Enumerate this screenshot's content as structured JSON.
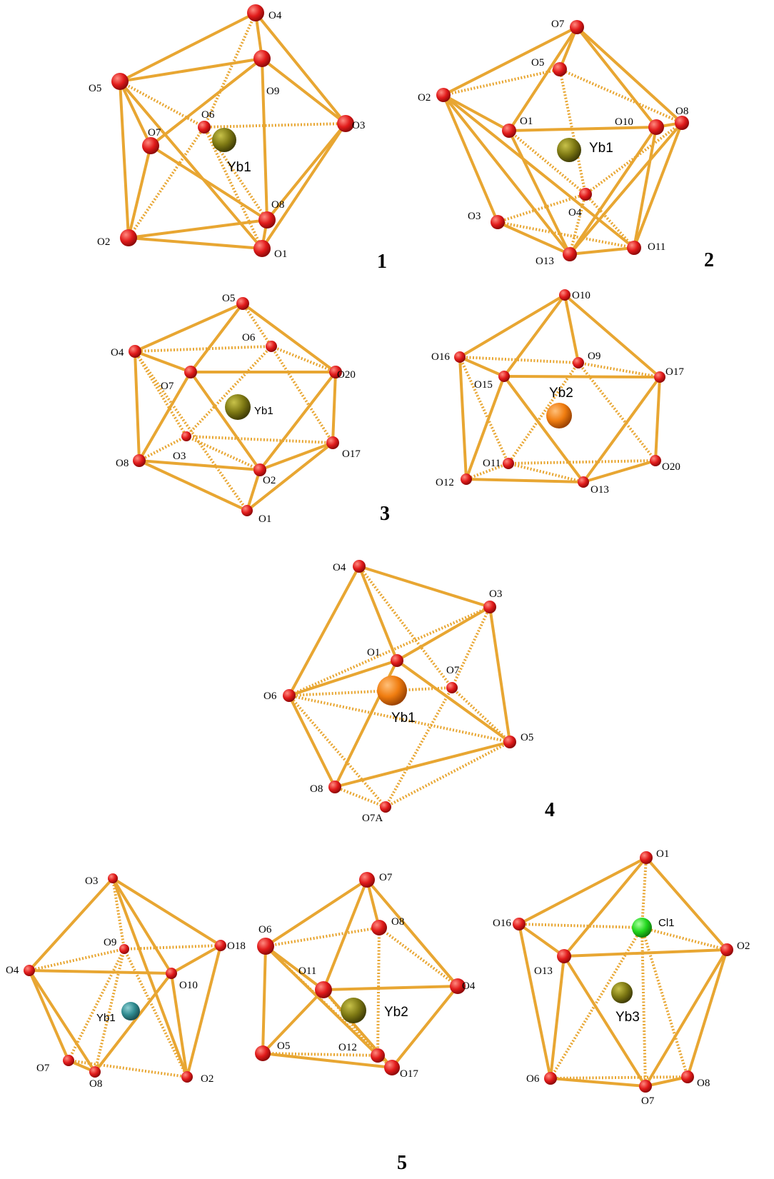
{
  "colors": {
    "bond": "#e8a632",
    "oxygen": "#e11b1b",
    "metal_olive": "#7f7a14",
    "metal_orange": "#f07d10",
    "metal_teal": "#2f8b90",
    "chlorine": "#22d81e"
  },
  "panels": [
    {
      "id": "1",
      "label": "1",
      "atoms": [
        {
          "key": "O4",
          "text": "O4"
        },
        {
          "key": "O9",
          "text": "O9"
        },
        {
          "key": "O5",
          "text": "O5"
        },
        {
          "key": "O6",
          "text": "O6"
        },
        {
          "key": "O7",
          "text": "O7"
        },
        {
          "key": "O3",
          "text": "O3"
        },
        {
          "key": "O8",
          "text": "O8"
        },
        {
          "key": "O2",
          "text": "O2"
        },
        {
          "key": "O1",
          "text": "O1"
        },
        {
          "key": "Yb1",
          "text": "Yb1",
          "metal": "olive"
        }
      ]
    },
    {
      "id": "2",
      "label": "2",
      "atoms": [
        {
          "key": "O7",
          "text": "O7"
        },
        {
          "key": "O5",
          "text": "O5"
        },
        {
          "key": "O2",
          "text": "O2"
        },
        {
          "key": "O1",
          "text": "O1"
        },
        {
          "key": "O10",
          "text": "O10"
        },
        {
          "key": "O8",
          "text": "O8"
        },
        {
          "key": "O4",
          "text": "O4"
        },
        {
          "key": "O3",
          "text": "O3"
        },
        {
          "key": "O13",
          "text": "O13"
        },
        {
          "key": "O11",
          "text": "O11"
        },
        {
          "key": "Yb1",
          "text": "Yb1",
          "metal": "olive"
        }
      ]
    },
    {
      "id": "3a",
      "label": "3",
      "atoms": [
        {
          "key": "O5",
          "text": "O5"
        },
        {
          "key": "O6",
          "text": "O6"
        },
        {
          "key": "O4",
          "text": "O4"
        },
        {
          "key": "O7",
          "text": "O7"
        },
        {
          "key": "O20",
          "text": "O20"
        },
        {
          "key": "O3",
          "text": "O3"
        },
        {
          "key": "O17",
          "text": "O17"
        },
        {
          "key": "O8",
          "text": "O8"
        },
        {
          "key": "O2",
          "text": "O2"
        },
        {
          "key": "O1",
          "text": "O1"
        },
        {
          "key": "Yb1",
          "text": "Yb1",
          "metal": "olive"
        }
      ]
    },
    {
      "id": "3b",
      "label": "",
      "atoms": [
        {
          "key": "O10",
          "text": "O10"
        },
        {
          "key": "O9",
          "text": "O9"
        },
        {
          "key": "O16",
          "text": "O16"
        },
        {
          "key": "O15",
          "text": "O15"
        },
        {
          "key": "O17",
          "text": "O17"
        },
        {
          "key": "O11",
          "text": "O11"
        },
        {
          "key": "O20",
          "text": "O20"
        },
        {
          "key": "O12",
          "text": "O12"
        },
        {
          "key": "O13",
          "text": "O13"
        },
        {
          "key": "Yb2",
          "text": "Yb2",
          "metal": "orange"
        }
      ]
    },
    {
      "id": "4",
      "label": "4",
      "atoms": [
        {
          "key": "O4",
          "text": "O4"
        },
        {
          "key": "O3",
          "text": "O3"
        },
        {
          "key": "O1",
          "text": "O1"
        },
        {
          "key": "O7",
          "text": "O7"
        },
        {
          "key": "O6",
          "text": "O6"
        },
        {
          "key": "O5",
          "text": "O5"
        },
        {
          "key": "O8",
          "text": "O8"
        },
        {
          "key": "O7A",
          "text": "O7A"
        },
        {
          "key": "Yb1",
          "text": "Yb1",
          "metal": "orange"
        }
      ]
    },
    {
      "id": "5a",
      "label": "",
      "atoms": [
        {
          "key": "O3",
          "text": "O3"
        },
        {
          "key": "O9",
          "text": "O9"
        },
        {
          "key": "O18",
          "text": "O18"
        },
        {
          "key": "O4",
          "text": "O4"
        },
        {
          "key": "O10",
          "text": "O10"
        },
        {
          "key": "O7",
          "text": "O7"
        },
        {
          "key": "O8",
          "text": "O8"
        },
        {
          "key": "O2",
          "text": "O2"
        },
        {
          "key": "Yb1",
          "text": "Yb1",
          "metal": "teal"
        }
      ]
    },
    {
      "id": "5b",
      "label": "5",
      "atoms": [
        {
          "key": "O7",
          "text": "O7"
        },
        {
          "key": "O8",
          "text": "O8"
        },
        {
          "key": "O6",
          "text": "O6"
        },
        {
          "key": "O11",
          "text": "O11"
        },
        {
          "key": "O4",
          "text": "O4"
        },
        {
          "key": "O5",
          "text": "O5"
        },
        {
          "key": "O12",
          "text": "O12"
        },
        {
          "key": "O17",
          "text": "O17"
        },
        {
          "key": "Yb2",
          "text": "Yb2",
          "metal": "olive"
        }
      ]
    },
    {
      "id": "5c",
      "label": "",
      "atoms": [
        {
          "key": "O1",
          "text": "O1"
        },
        {
          "key": "O16",
          "text": "O16"
        },
        {
          "key": "Cl1",
          "text": "Cl1",
          "chlorine": true
        },
        {
          "key": "O2",
          "text": "O2"
        },
        {
          "key": "O13",
          "text": "O13"
        },
        {
          "key": "O6",
          "text": "O6"
        },
        {
          "key": "O7",
          "text": "O7"
        },
        {
          "key": "O8",
          "text": "O8"
        },
        {
          "key": "Yb3",
          "text": "Yb3",
          "metal": "olive"
        }
      ]
    }
  ]
}
